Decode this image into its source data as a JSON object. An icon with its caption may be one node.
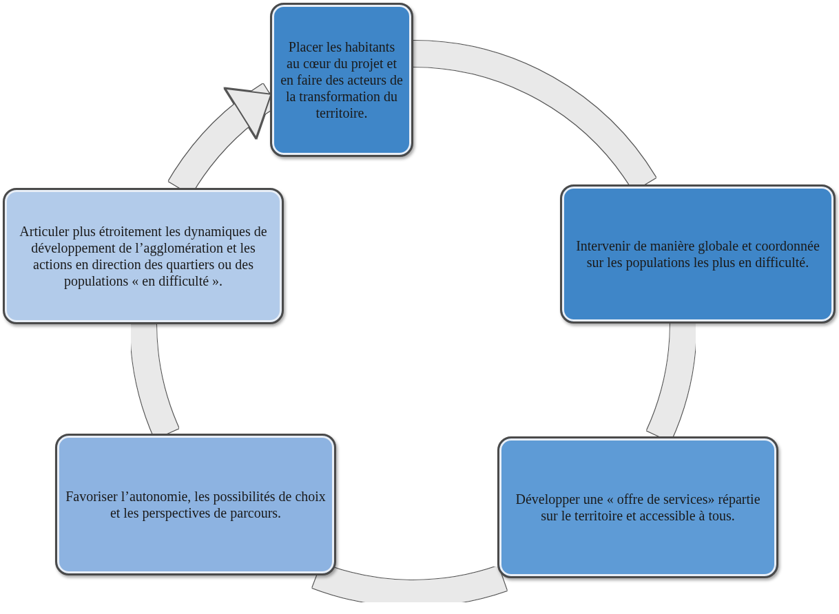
{
  "diagram": {
    "nodes": [
      {
        "text": [
          "Placer les habitants au cœur du projet et en faire des acteurs de la transformation du territoire."
        ]
      },
      {
        "text": [
          "Intervenir de manière globale et coordonnée sur les populations les plus en difficulté."
        ]
      },
      {
        "text": [
          "Développer une « offre de services» répartie sur le territoire et accessible à tous."
        ]
      },
      {
        "text": [
          "Favoriser l’autonomie, les possibilités de choix et les perspectives de parcours."
        ]
      },
      {
        "text": [
          "Articuler plus étroitement les dynamiques de développement de l’agglomération et les actions en direction des quartiers ou des populations «  en difficulté »."
        ]
      }
    ],
    "edges": [
      {
        "from": 0,
        "to": 1,
        "arrow": "none"
      },
      {
        "from": 1,
        "to": 2,
        "arrow": "none"
      },
      {
        "from": 2,
        "to": 3,
        "arrow": "none"
      },
      {
        "from": 3,
        "to": 4,
        "arrow": "none"
      },
      {
        "from": 4,
        "to": 0,
        "arrow": "to"
      }
    ]
  }
}
